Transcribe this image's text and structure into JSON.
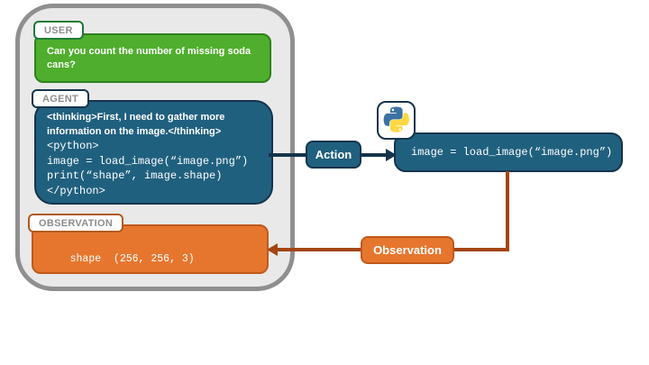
{
  "colors": {
    "container_fill": "#e9e9e9",
    "container_border": "#8f8f8f",
    "user_green": "#4fae2d",
    "user_green_border": "#2f811c",
    "agent_blue": "#20607f",
    "navy_border": "#15344c",
    "observation_orange": "#e6762e",
    "observation_orange_border": "#c0591b",
    "observation_arrow_brown": "#a34513",
    "tag_text_gray": "#8c8c8c",
    "python_blue": "#3b72a4",
    "python_yellow": "#ffd843"
  },
  "agent_loop": {
    "user": {
      "label": "USER",
      "message": "Can you count the number of missing soda cans?"
    },
    "agent": {
      "label": "AGENT",
      "thinking": "<thinking>First, I need to gather more information on the image.</thinking>",
      "code_lines": [
        "<python>",
        "image = load_image(“image.png”)",
        "print(“shape”, image.shape)",
        "</python>"
      ]
    },
    "observation": {
      "label": "OBSERVATION",
      "output": "shape  (256, 256, 3)"
    }
  },
  "action_flow": {
    "label": "Action",
    "icon": "python-logo",
    "code": "image = load_image(“image.png”)"
  },
  "observation_flow": {
    "label": "Observation"
  }
}
